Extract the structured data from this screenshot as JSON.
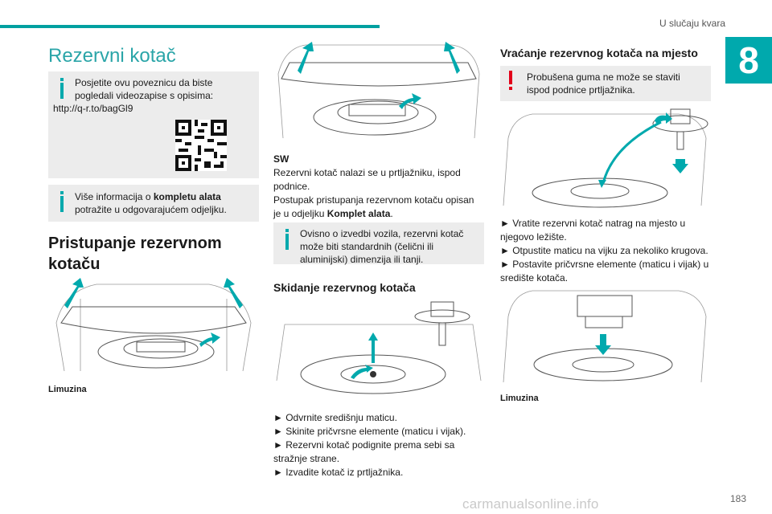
{
  "header": {
    "section_title": "U slučaju kvara",
    "chapter_number": "8"
  },
  "page_number": "183",
  "watermark": "carmanualsonline.info",
  "left": {
    "title": "Rezervni kotač",
    "note1": {
      "text": "Posjetite ovu poveznicu da biste pogledali videozapise s opisima:",
      "url": "http://q-r.to/bagGl9"
    },
    "note2": {
      "pre": "Više informacija o ",
      "bold": "kompletu alata",
      "post": " potražite u odgovarajućem odjeljku."
    },
    "heading": "Pristupanje rezervnom kotaču",
    "caption": "Limuzina"
  },
  "middle": {
    "label": "SW",
    "para1": "Rezervni kotač nalazi se u prtljažniku, ispod podnice.",
    "para2_pre": "Postupak pristupanja rezervnom kotaču opisan je u odjeljku ",
    "para2_bold": "Komplet alata",
    "para2_post": ".",
    "note": "Ovisno o izvedbi vozila, rezervni kotač može biti standardnih (čelični ili aluminijski) dimenzija ili tanji.",
    "heading": "Skidanje rezervnog kotača",
    "steps": [
      "► Odvrnite središnju maticu.",
      "► Skinite pričvrsne elemente (maticu i vijak).",
      "► Rezervni kotač podignite prema sebi sa stražnje strane.",
      "► Izvadite kotač iz prtljažnika."
    ]
  },
  "right": {
    "heading": "Vraćanje rezervnog kotača na mjesto",
    "warning": "Probušena guma ne može se staviti ispod podnice prtljažnika.",
    "steps": [
      "► Vratite rezervni kotač natrag na mjesto u njegovo ležište.",
      "► Otpustite maticu na vijku za nekoliko krugova.",
      "► Postavite pričvrsne elemente (maticu i vijak) u središte kotača."
    ],
    "caption": "Limuzina"
  },
  "colors": {
    "accent": "#00a9ad",
    "warning": "#e2001a",
    "note_bg": "#ececec"
  }
}
